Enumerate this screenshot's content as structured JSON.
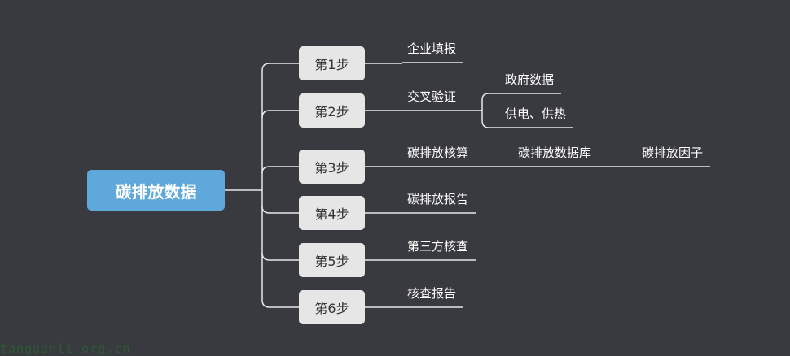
{
  "root": {
    "label": "碳排放数据"
  },
  "steps": [
    {
      "label": "第1步",
      "children": [
        "企业填报"
      ]
    },
    {
      "label": "第2步",
      "children": [
        "交叉验证"
      ],
      "sub_children": [
        "政府数据",
        "供电、供热"
      ]
    },
    {
      "label": "第3步",
      "children": [
        "碳排放核算"
      ],
      "chain": [
        "碳排放数据库",
        "碳排放因子"
      ]
    },
    {
      "label": "第4步",
      "children": [
        "碳排放报告"
      ]
    },
    {
      "label": "第5步",
      "children": [
        "第三方核查"
      ]
    },
    {
      "label": "第6步",
      "children": [
        "核查报告"
      ]
    }
  ],
  "watermark": "tanguanli.org.cn",
  "colors": {
    "background": "#393a3f",
    "root_fill": "#5fa8dc",
    "step_fill": "#e6e6e6",
    "connector": "#e8e8e8"
  }
}
